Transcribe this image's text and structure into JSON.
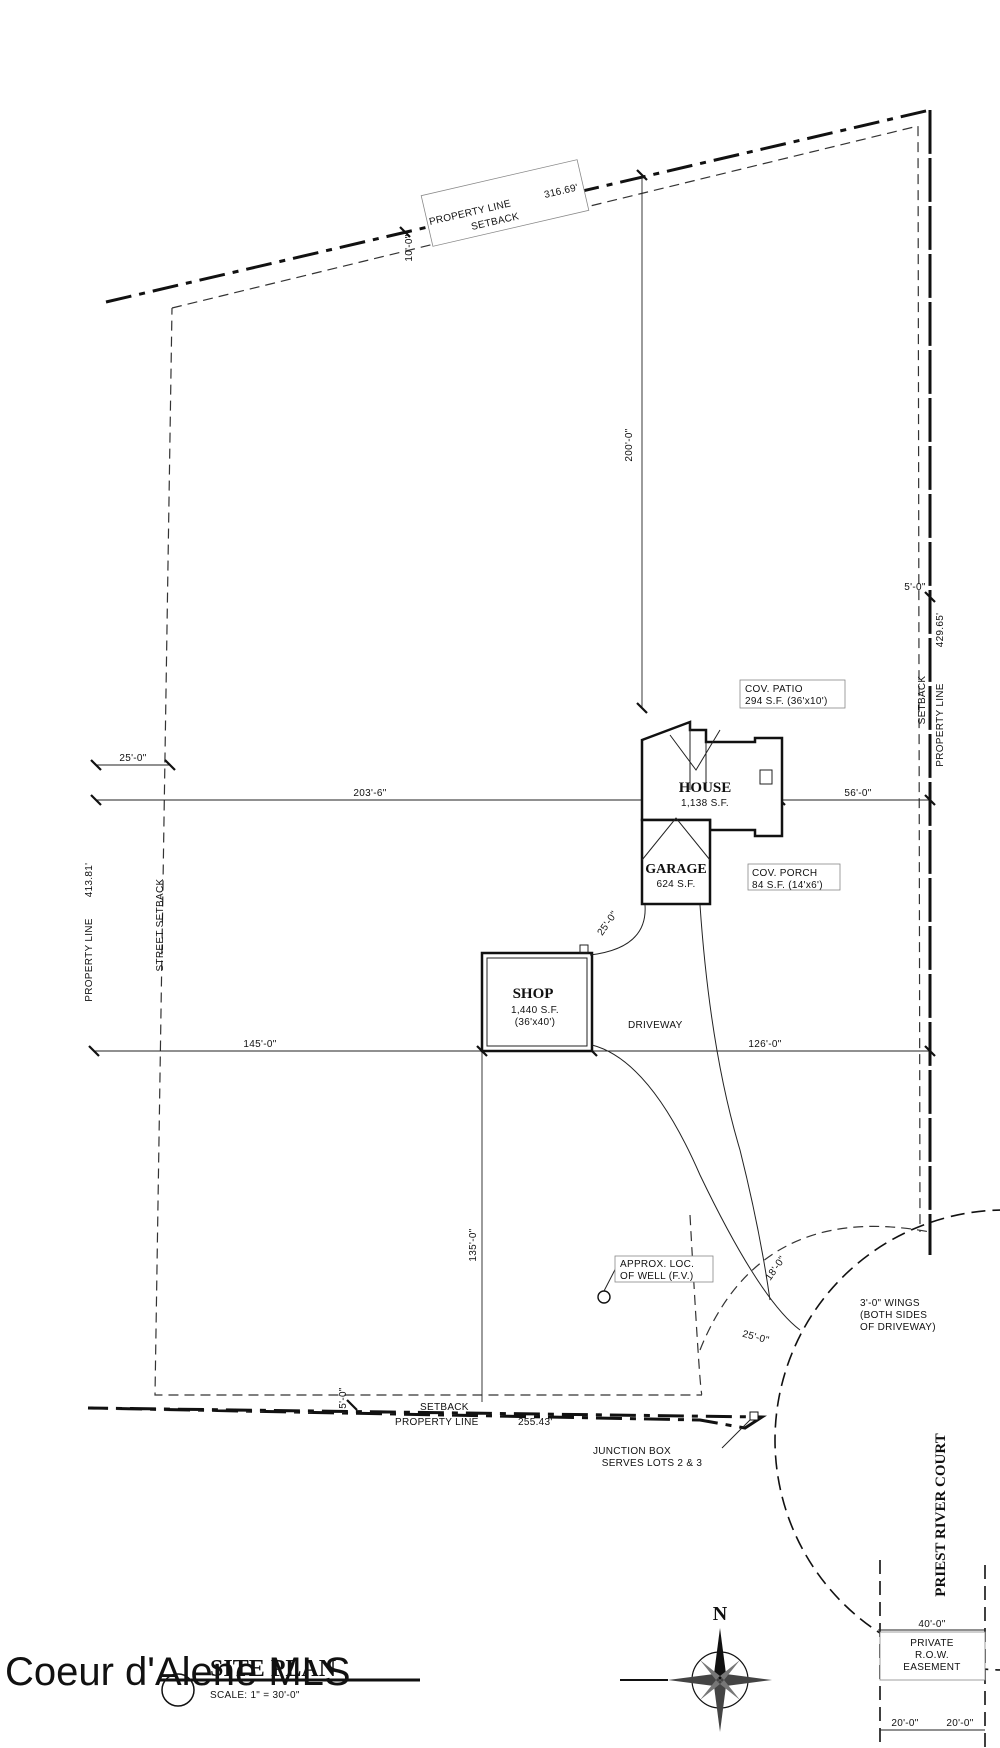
{
  "title": "SITE PLAN",
  "scale": "SCALE: 1\" = 30'-0\"",
  "watermark": "Coeur d'Alene MLS",
  "north_label": "N",
  "street_name": "PRIEST RIVER COURT",
  "buildings": {
    "house": {
      "name": "HOUSE",
      "area": "1,138 S.F."
    },
    "garage": {
      "name": "GARAGE",
      "area": "624 S.F."
    },
    "shop": {
      "name": "SHOP",
      "area": "1,440 S.F.",
      "size": "(36'x40')"
    }
  },
  "labels": {
    "property_line_top": "PROPERTY LINE",
    "property_line_top_len": "316.69'",
    "setback_top": "SETBACK",
    "setback_top_dim": "10'-0\"",
    "property_line_right": "PROPERTY LINE",
    "property_line_right_len": "429.65'",
    "setback_right": "SETBACK",
    "setback_right_dim": "5'-0\"",
    "property_line_left": "PROPERTY LINE",
    "property_line_left_len": "413.81'",
    "street_setback": "STREET SETBACK",
    "setback_left_dim": "25'-0\"",
    "property_line_bottom": "PROPERTY LINE",
    "property_line_bottom_len": "255.43'",
    "setback_bottom": "SETBACK",
    "setback_bottom_dim": "5'-0\"",
    "cov_patio_1": "COV. PATIO",
    "cov_patio_2": "294 S.F. (36'x10')",
    "cov_porch_1": "COV. PORCH",
    "cov_porch_2": "84 S.F. (14'x6')",
    "driveway": "DRIVEWAY",
    "well_1": "APPROX. LOC.",
    "well_2": "OF WELL (F.V.)",
    "wings_1": "3'-0\" WINGS",
    "wings_2": "(BOTH SIDES",
    "wings_3": "OF DRIVEWAY)",
    "junction_1": "JUNCTION BOX",
    "junction_2": "SERVES LOTS 2 & 3",
    "easement_1": "PRIVATE",
    "easement_2": "R.O.W.",
    "easement_3": "EASEMENT",
    "easement_width": "40'-0\"",
    "easement_half_left": "20'-0\"",
    "easement_half_right": "20'-0\""
  },
  "dimensions": {
    "house_to_top": "200'-0\"",
    "house_to_left": "203'-6\"",
    "house_to_right": "56'-0\"",
    "shop_to_left": "145'-0\"",
    "shop_to_right": "126'-0\"",
    "shop_to_bottom": "135'-0\"",
    "shop_to_garage": "25'-0\"",
    "driveway_width": "18'-0\"",
    "driveway_setback": "25'-0\""
  }
}
